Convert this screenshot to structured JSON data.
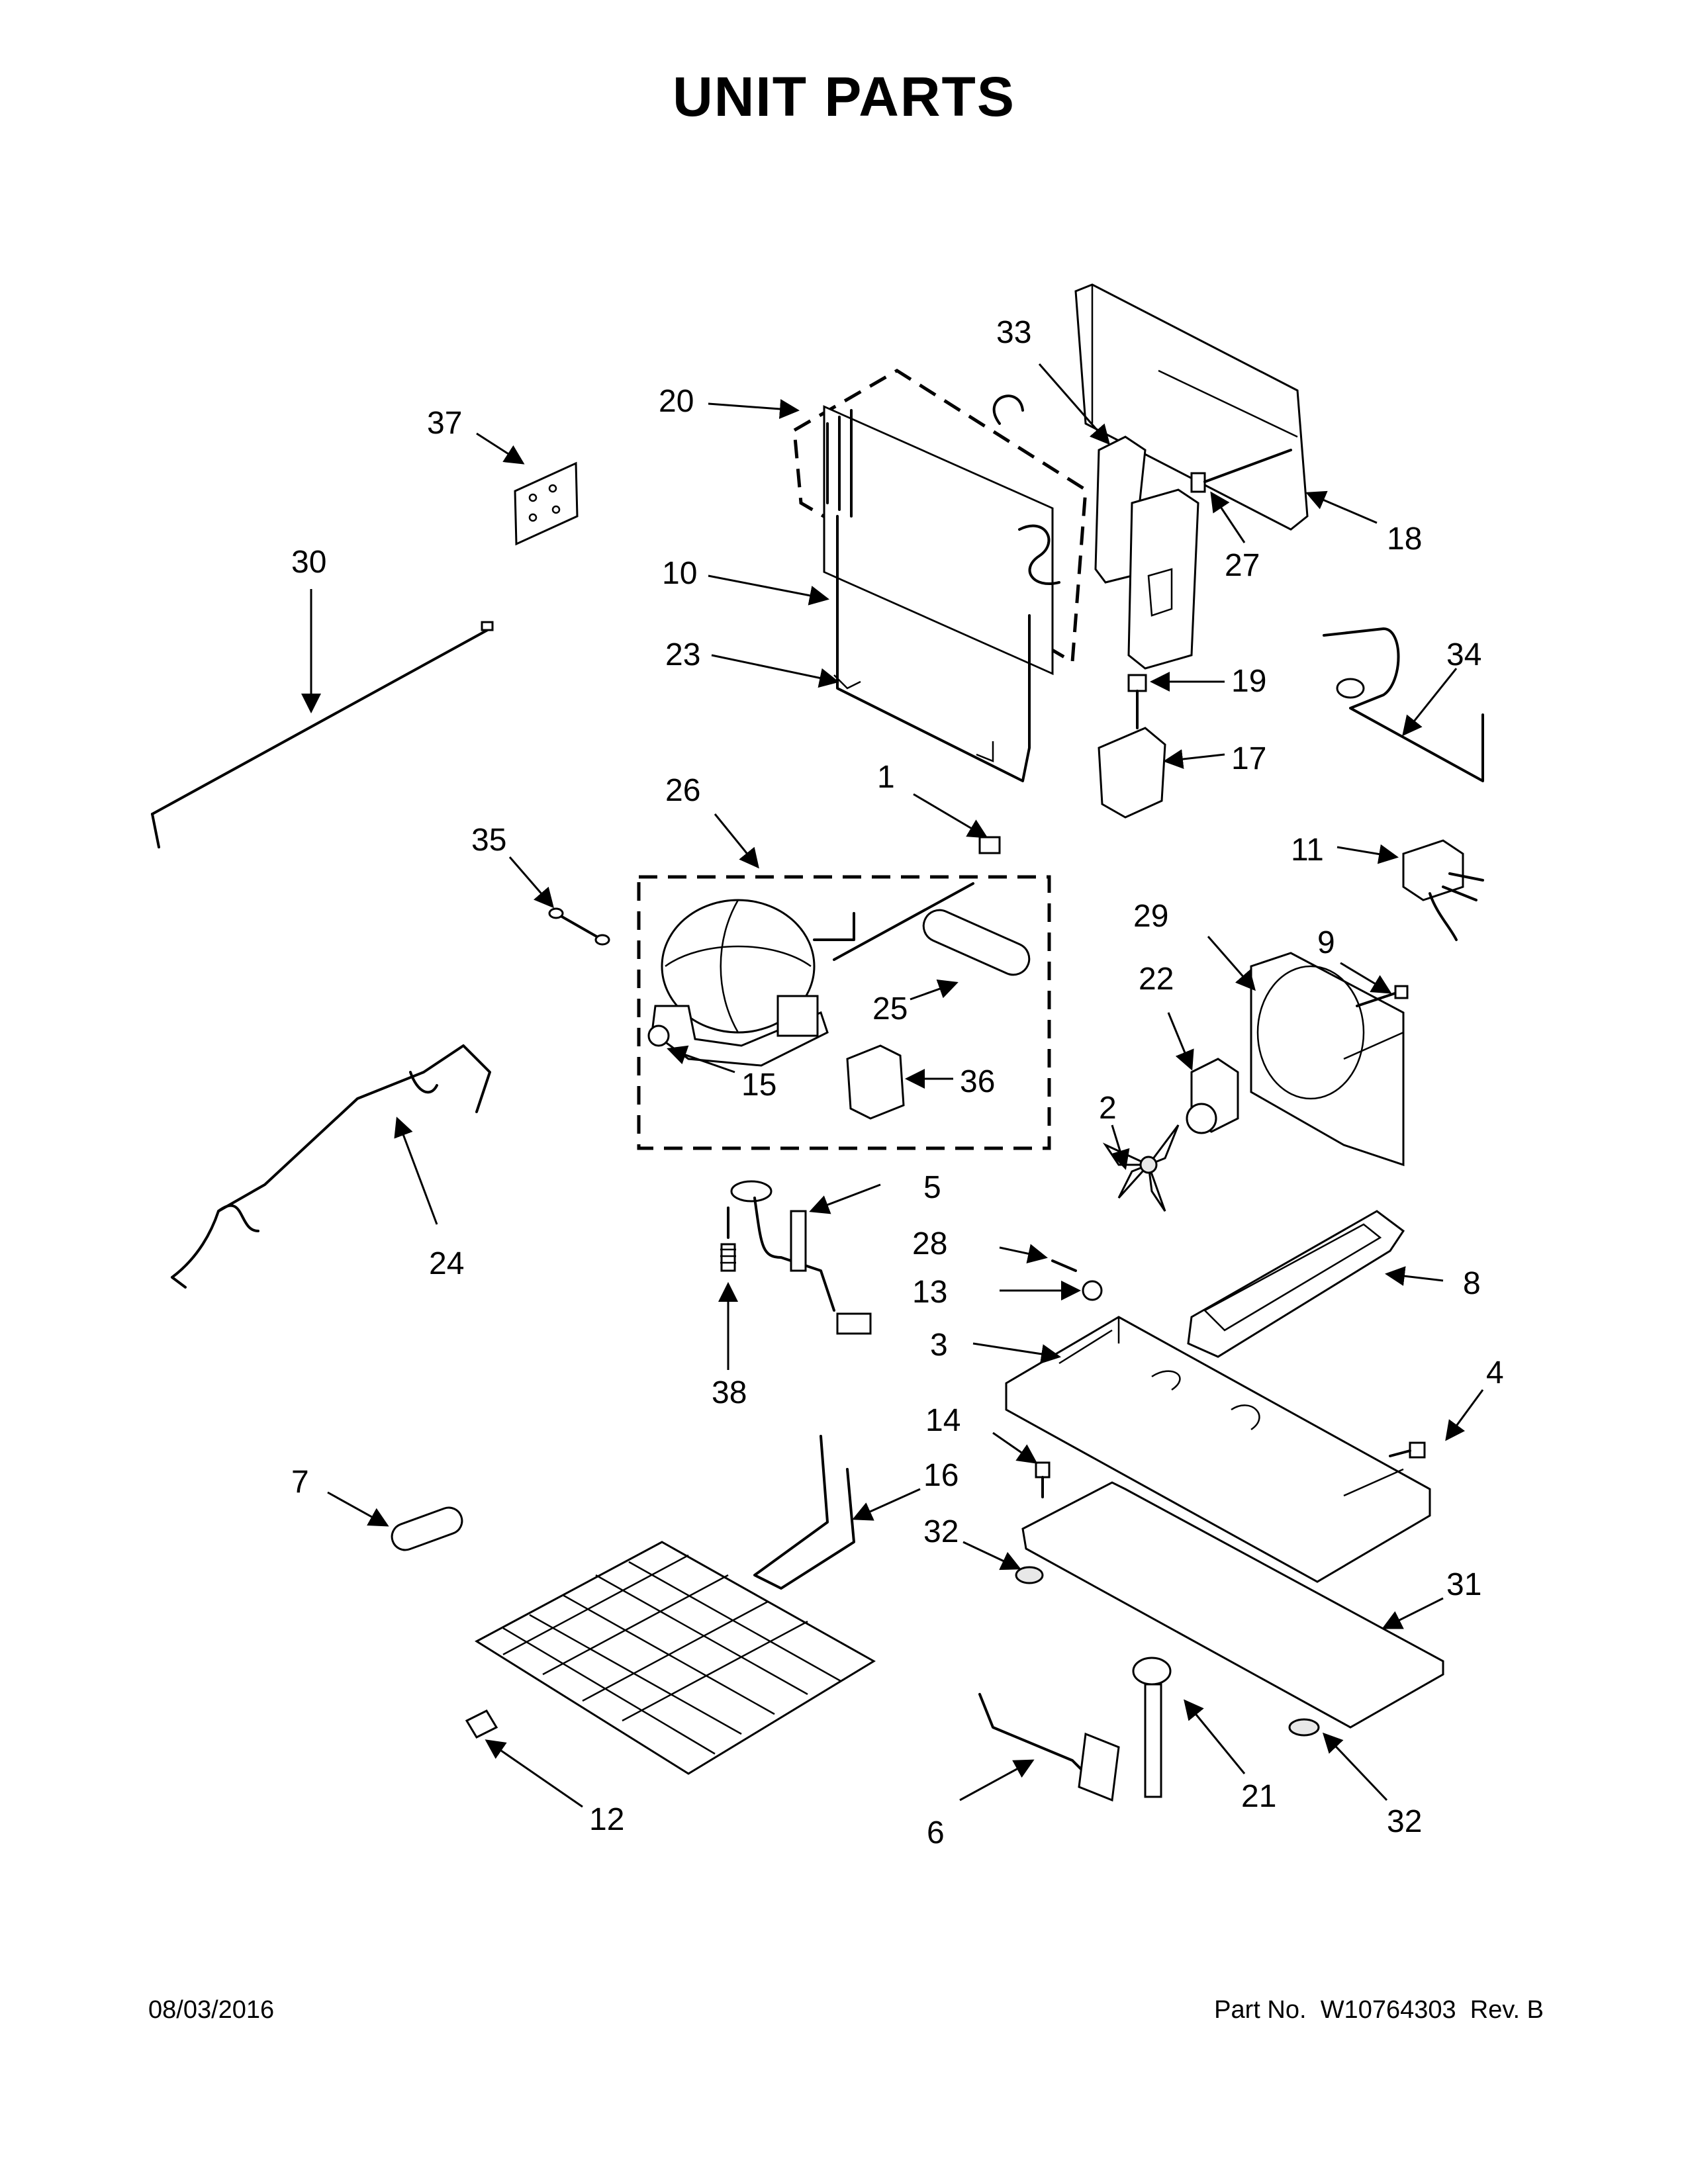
{
  "title": "UNIT PARTS",
  "footer": {
    "date": "08/03/2016",
    "part_no_label": "Part No.",
    "part_no": "W10764303",
    "rev_label": "Rev.",
    "rev": "B"
  },
  "callouts": [
    "1",
    "2",
    "3",
    "4",
    "5",
    "6",
    "7",
    "8",
    "9",
    "10",
    "11",
    "12",
    "13",
    "14",
    "15",
    "16",
    "17",
    "18",
    "19",
    "20",
    "21",
    "22",
    "23",
    "24",
    "25",
    "26",
    "27",
    "28",
    "29",
    "30",
    "31",
    "32",
    "32",
    "33",
    "34",
    "35",
    "36",
    "37",
    "38"
  ]
}
